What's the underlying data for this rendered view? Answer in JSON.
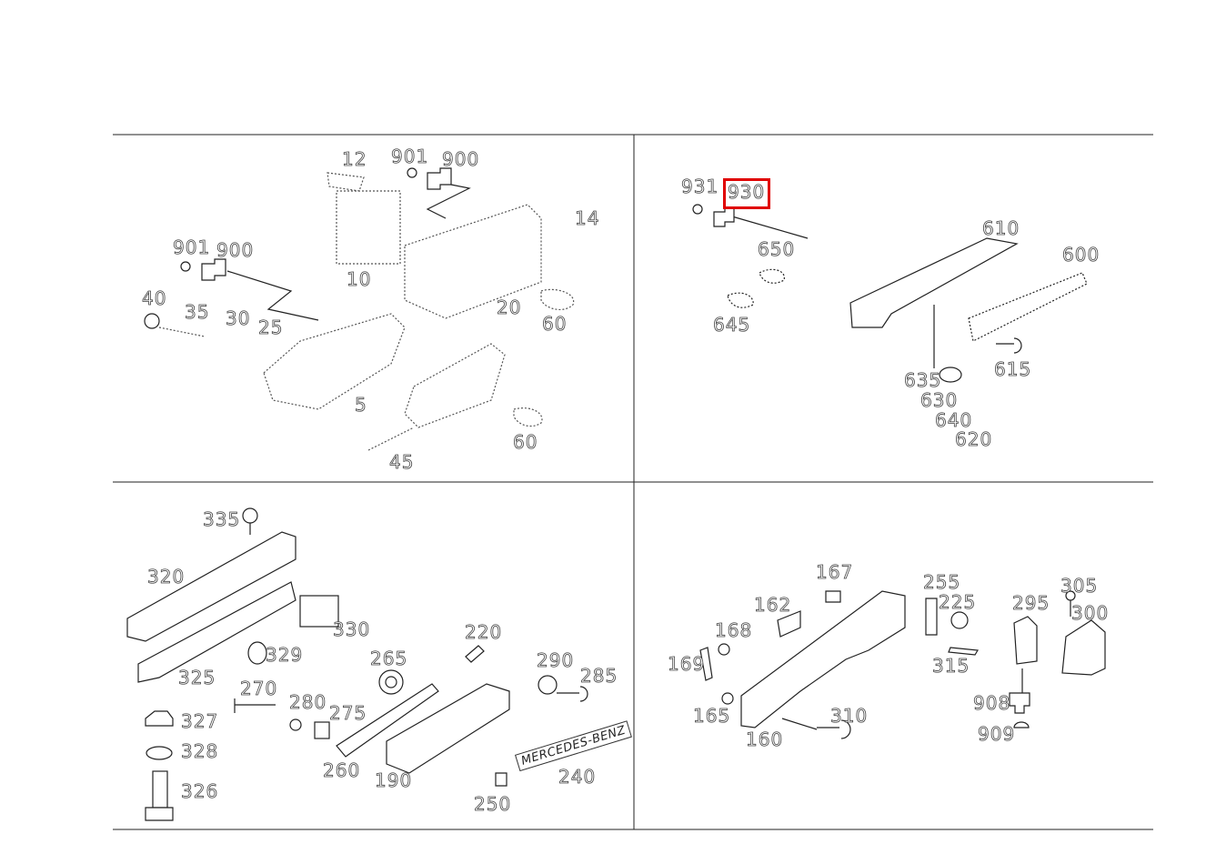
{
  "highlight_color": "#e00000",
  "highlighted_part": "930",
  "panels": {
    "top_left": [
      "12",
      "901",
      "900",
      "14",
      "901",
      "900",
      "10",
      "40",
      "35",
      "30",
      "25",
      "20",
      "60",
      "5",
      "60",
      "45"
    ],
    "top_right": [
      "931",
      "930",
      "610",
      "650",
      "600",
      "645",
      "615",
      "635",
      "630",
      "640",
      "620"
    ],
    "bottom_left": [
      "335",
      "320",
      "330",
      "220",
      "329",
      "265",
      "290",
      "285",
      "325",
      "270",
      "280",
      "275",
      "327",
      "328",
      "260",
      "190",
      "240",
      "326",
      "250"
    ],
    "bottom_right": [
      "167",
      "255",
      "305",
      "162",
      "225",
      "295",
      "300",
      "168",
      "169",
      "315",
      "908",
      "165",
      "310",
      "160",
      "909"
    ]
  },
  "badge_text": "MERCEDES-BENZ"
}
